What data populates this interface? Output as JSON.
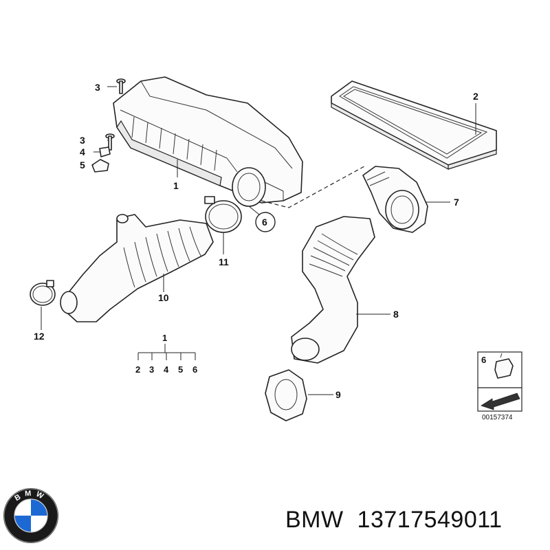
{
  "callouts": {
    "c1_top": "1",
    "c2": "2",
    "c3_top": "3",
    "c3_mid": "3",
    "c4": "4",
    "c5": "5",
    "c6": "6",
    "c7": "7",
    "c8": "8",
    "c9": "9",
    "c10": "10",
    "c11": "11",
    "c12": "12"
  },
  "legend": {
    "parent": "1",
    "children": [
      "2",
      "3",
      "4",
      "5",
      "6"
    ]
  },
  "inset": {
    "part_number": "6",
    "diagram_code": "00157374"
  },
  "footer": {
    "brand": "BMW",
    "part_number": "13717549011"
  },
  "logo": {
    "lettering": "BMW",
    "colors": {
      "blue": "#1c69d4",
      "white": "#ffffff",
      "ring": "#1a1a1a"
    }
  }
}
